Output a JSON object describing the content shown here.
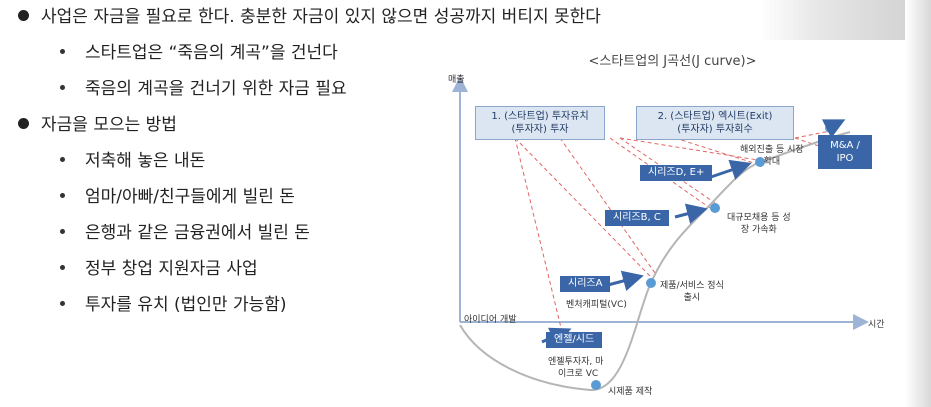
{
  "bullets": [
    {
      "text": "사업은 자금을 필요로 한다. 충분한 자금이 있지 않으면 성공까지 버티지 못한다",
      "children": [
        "스타트업은 “죽음의 계곡”을 건넌다",
        "죽음의 계곡을 건너기 위한 자금 필요"
      ]
    },
    {
      "text": "자금을 모으는 방법",
      "children": [
        "저축해 놓은 내돈",
        "엄마/아빠/친구들에게 빌린 돈",
        "은행과 같은 금융권에서 빌린 돈",
        "정부 창업 지원자금 사업",
        "투자를 유치 (법인만 가능함)"
      ]
    }
  ],
  "diagram": {
    "title": "<스타트업의 J곡선(J curve)>",
    "y_axis": "매출",
    "x_axis": "시간",
    "box1": [
      "1. (스타트업) 투자유치",
      "(투자자) 투자"
    ],
    "box2": [
      "2. (스타트업) 엑시트(Exit)",
      "(투자자) 투자회수"
    ],
    "stages": {
      "idea": "아이디어 개발",
      "angel": "엔젤/시드",
      "angel_note": [
        "엔젤투자자, 마",
        "이크로 VC"
      ],
      "prototype": "시제품 제작",
      "series_a": "시리즈A",
      "series_a_note": "벤처캐피털(VC)",
      "launch": [
        "제품/서비스 정식",
        "출시"
      ],
      "series_bc": "시리즈B, C",
      "scale": [
        "대규모채용 등 성",
        "장 가속화"
      ],
      "series_de": "시리즈D, E+",
      "global": [
        "해외진출 등 시장",
        "확대"
      ],
      "exit": [
        "M&A /",
        "IPO"
      ]
    },
    "colors": {
      "tag": "#3a66a8",
      "box": "#dce6f2",
      "curve": "#b5b5b5",
      "dot": "#5b9bd5",
      "dash": "#e06666"
    }
  }
}
